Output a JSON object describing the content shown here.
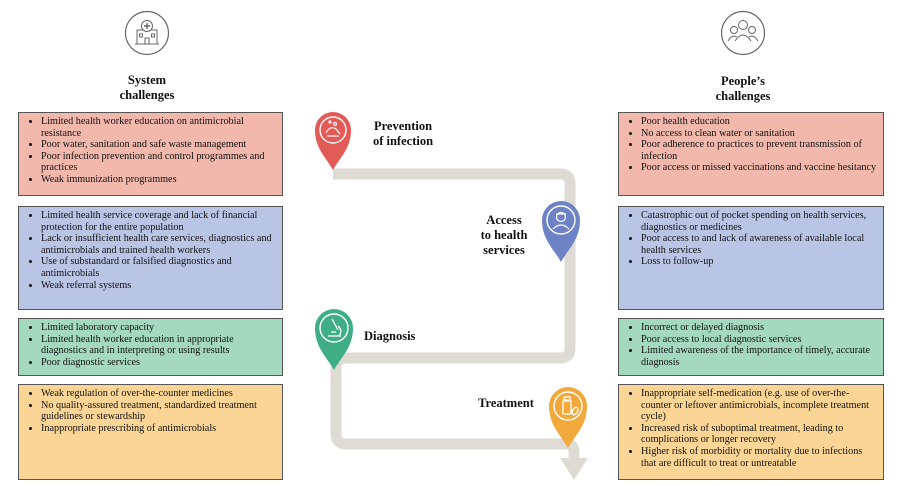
{
  "system": {
    "title_line1": "System",
    "title_line2": "challenges",
    "icon": "hospital-icon",
    "boxes": [
      {
        "color": "#f2b8ab",
        "items": [
          "Limited health worker education on antimicrobial resistance",
          "Poor water, sanitation and safe waste management",
          "Poor infection prevention and control programmes and practices",
          "Weak immunization programmes"
        ]
      },
      {
        "color": "#b9c5e5",
        "items": [
          "Limited health service coverage and lack of financial protection for the entire population",
          "Lack or insufficient health care services, diagnostics and antimicrobials and trained health workers",
          "Use of substandard or falsified diagnostics and antimicrobials",
          "Weak referral systems"
        ]
      },
      {
        "color": "#a4d8bf",
        "items": [
          "Limited laboratory capacity",
          "Limited health worker education in appropriate diagnostics and in interpreting or using results",
          "Poor diagnostic services"
        ]
      },
      {
        "color": "#fad596",
        "items": [
          "Weak regulation of over-the-counter medicines",
          "No quality-assured treatment, standardized treatment guidelines or stewardship",
          "Inappropriate prescribing of antimicrobials"
        ]
      }
    ]
  },
  "people": {
    "title_line1": "People’s",
    "title_line2": "challenges",
    "icon": "people-group-icon",
    "boxes": [
      {
        "color": "#f2b8ab",
        "items": [
          "Poor health education",
          "No access to clean water or sanitation",
          "Poor adherence to practices to prevent transmission of infection",
          "Poor access or missed vaccinations and vaccine hesitancy"
        ]
      },
      {
        "color": "#b9c5e5",
        "items": [
          "Catastrophic out of pocket spending on health services, diagnostics or medicines",
          "Poor access to and lack of awareness of available local health services",
          "Loss to follow-up"
        ]
      },
      {
        "color": "#a4d8bf",
        "items": [
          "Incorrect or delayed diagnosis",
          "Poor access to local diagnostic services",
          "Limited awareness of the importance of timely, accurate diagnosis"
        ]
      },
      {
        "color": "#fad596",
        "items": [
          "Inappropriate self-medication (e.g. use of over-the-counter or leftover antimicrobials, incomplete treatment cycle)",
          "Increased risk of suboptimal treatment, leading to complications or longer recovery",
          "Higher risk of morbidity or mortality due to infections that are difficult to treat or untreatable"
        ]
      }
    ]
  },
  "stages": [
    {
      "line1": "Prevention",
      "line2": "of infection",
      "line3": "",
      "color": "#e35b57",
      "icon": "hand-washing-icon"
    },
    {
      "line1": "Access",
      "line2": "to health",
      "line3": "services",
      "color": "#6d83c6",
      "icon": "health-worker-icon"
    },
    {
      "line1": "Diagnosis",
      "line2": "",
      "line3": "",
      "color": "#3fae86",
      "icon": "microscope-icon"
    },
    {
      "line1": "Treatment",
      "line2": "",
      "line3": "",
      "color": "#f2a93b",
      "icon": "medicine-bottle-icon"
    }
  ],
  "colors": {
    "path": "#dedbd4",
    "outline": "#666666"
  }
}
